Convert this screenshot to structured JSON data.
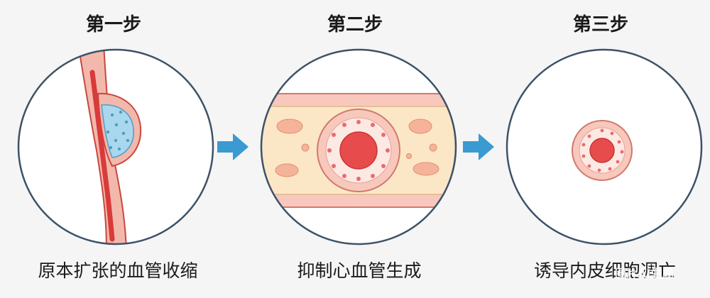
{
  "steps": [
    {
      "title": "第一步",
      "caption": "原本扩张的血管收缩"
    },
    {
      "title": "第二步",
      "caption": "抑制心血管生成"
    },
    {
      "title": "第三步",
      "caption": "诱导内皮细胞凋亡"
    }
  ],
  "watermark": "图片AI生成",
  "colors": {
    "background": "#f5f5f5",
    "circle_stroke": "#3d5266",
    "vessel_outer": "#f2b0a6",
    "vessel_inner": "#d93a3a",
    "vessel_wall": "#f8c8bd",
    "tissue": "#fbe7c6",
    "bulge_fill": "#a9d8ee",
    "arrow": "#3a9ad1"
  }
}
